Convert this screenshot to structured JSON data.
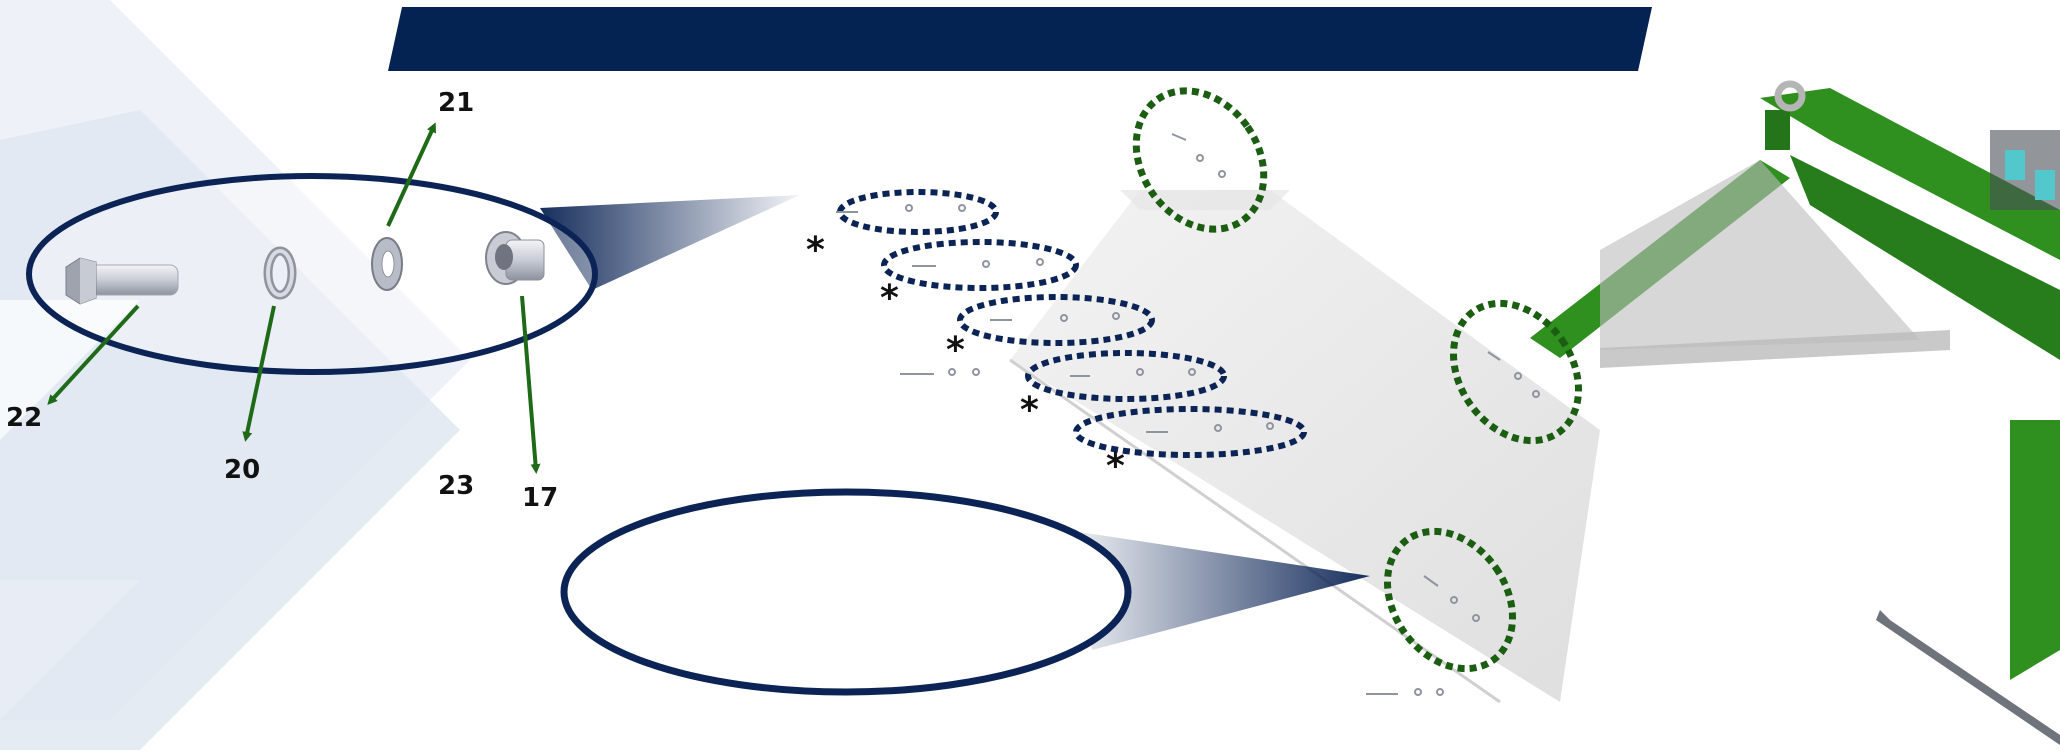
{
  "colors": {
    "banner": "#042352",
    "navy_outline": "#0b2455",
    "green_outline": "#1b5e12",
    "leader_arrow": "#1f6a17",
    "frame_green": "#2f8f1f",
    "chevron_light": "#eef2f8",
    "chevron_mid": "#d6e0ec"
  },
  "banner": {
    "text": ""
  },
  "part_labels": {
    "p21": "21",
    "p22": "22",
    "p20": "20",
    "p23": "23",
    "p17": "17"
  },
  "markers": {
    "asterisk": "*"
  },
  "icons": {
    "bolt": "hex-bolt-icon",
    "lock_washer": "lock-washer-icon",
    "flat_washer": "flat-washer-icon",
    "nut": "flange-nut-icon"
  }
}
